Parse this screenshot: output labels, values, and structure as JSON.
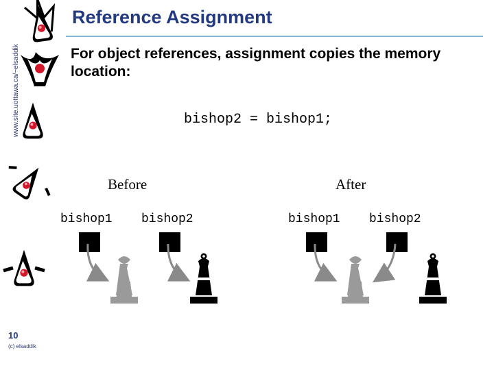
{
  "sidebar": {
    "url": "www.site.uottawa.ca/~elsaddik",
    "page_number": "10",
    "copyright": "(c) elsaddik"
  },
  "slide": {
    "title": "Reference Assignment",
    "intro": "For object references, assignment copies the memory location:",
    "code": "bishop2 = bishop1;"
  },
  "diagram": {
    "before": {
      "label": "Before",
      "variables": [
        "bishop1",
        "bishop2"
      ]
    },
    "after": {
      "label": "After",
      "variables": [
        "bishop1",
        "bishop2"
      ]
    },
    "colors": {
      "gray_piece": "#9a9a9a",
      "black_piece": "#000000",
      "arrow": "#8a8a8a",
      "title": "#233a7e",
      "rule": "#7fb6d8"
    }
  }
}
